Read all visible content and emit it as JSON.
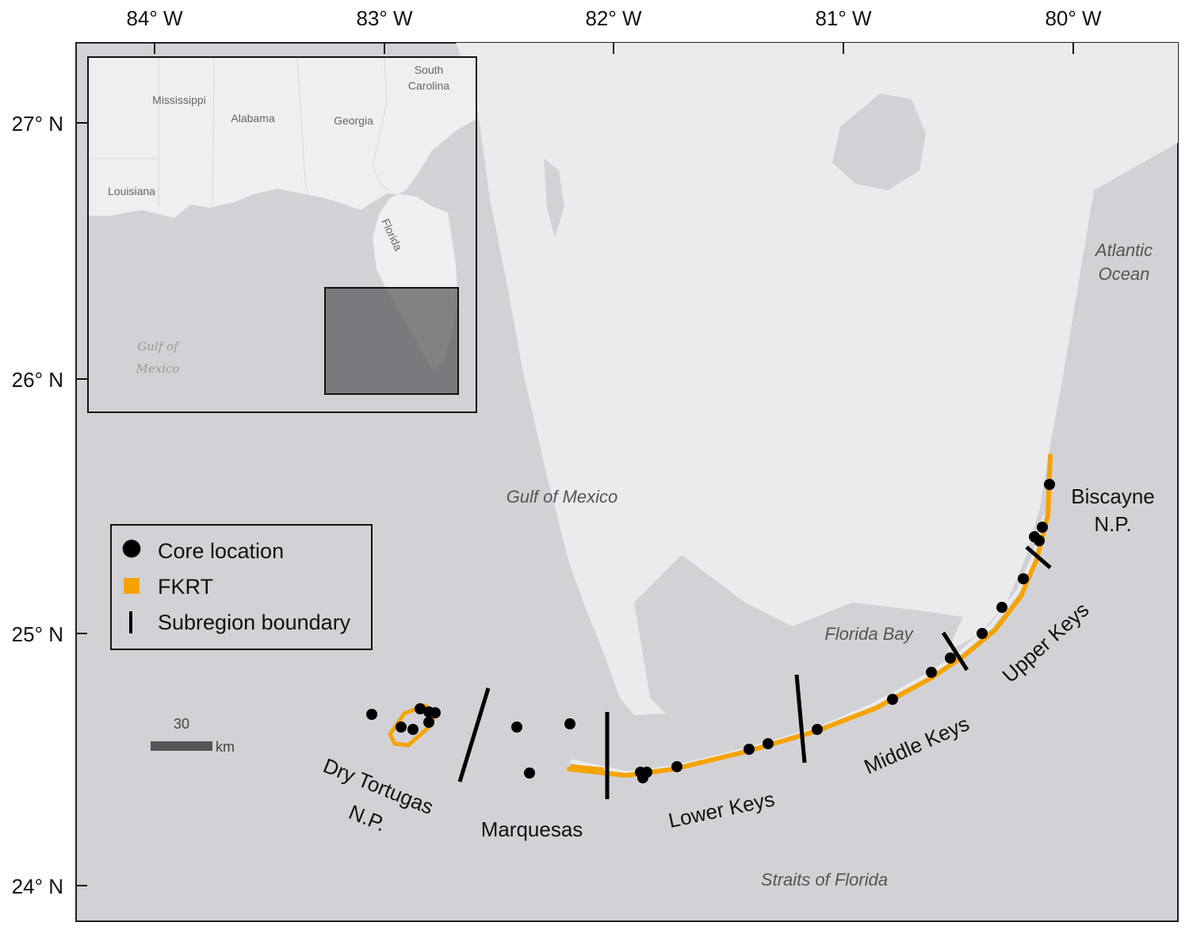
{
  "axes": {
    "longitude": [
      "84° W",
      "83° W",
      "82° W",
      "81° W",
      "80° W"
    ],
    "latitude": [
      "27° N",
      "26° N",
      "25° N",
      "24° N"
    ]
  },
  "water_bodies": {
    "atlantic_line1": "Atlantic",
    "atlantic_line2": "Ocean",
    "gulf": "Gulf of Mexico",
    "florida_bay": "Florida Bay",
    "straits": "Straits of Florida"
  },
  "regions": {
    "biscayne_line1": "Biscayne",
    "biscayne_line2": "N.P.",
    "upper_keys": "Upper Keys",
    "middle_keys": "Middle Keys",
    "lower_keys": "Lower Keys",
    "marquesas": "Marquesas",
    "dry_tortugas_line1": "Dry Tortugas",
    "dry_tortugas_line2": "N.P."
  },
  "inset": {
    "states": {
      "mississippi": "Mississippi",
      "alabama": "Alabama",
      "georgia": "Georgia",
      "south_carolina_line1": "South",
      "south_carolina_line2": "Carolina",
      "louisiana": "Louisiana",
      "florida": "Florida"
    },
    "gulf_line1": "Gulf of",
    "gulf_line2": "Mexico"
  },
  "legend": {
    "core_location": "Core location",
    "fkrt": "FKRT",
    "subregion_boundary": "Subregion boundary"
  },
  "scale_bar": {
    "value": "30",
    "unit": "km"
  },
  "colors": {
    "water": "#d2d2d6",
    "land": "#ebebeb",
    "reef": "#f5a300",
    "core": "#000000",
    "inset_land": "#efefef",
    "inset_highlight": "#6c6c70"
  }
}
